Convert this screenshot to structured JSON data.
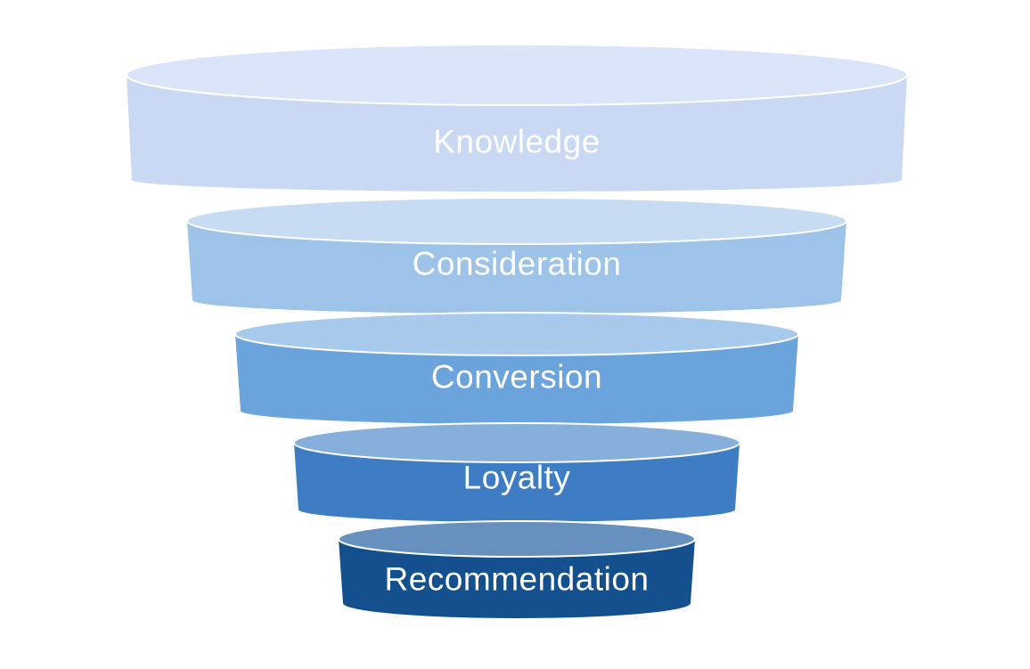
{
  "diagram": {
    "type": "funnel",
    "background_color": "#ffffff",
    "label_color": "#ffffff",
    "separator_color": "#ffffff",
    "stages": [
      {
        "label": "Knowledge",
        "body_color": "#c9d9f4",
        "top_color": "#dbe5f9"
      },
      {
        "label": "Consideration",
        "body_color": "#9dc3e8",
        "top_color": "#c7dcf2"
      },
      {
        "label": "Conversion",
        "body_color": "#6ba4dc",
        "top_color": "#a8caec"
      },
      {
        "label": "Loyalty",
        "body_color": "#3e7dc3",
        "top_color": "#86b0db"
      },
      {
        "label": "Recommendation",
        "body_color": "#14508e",
        "top_color": "#6690be"
      }
    ]
  }
}
